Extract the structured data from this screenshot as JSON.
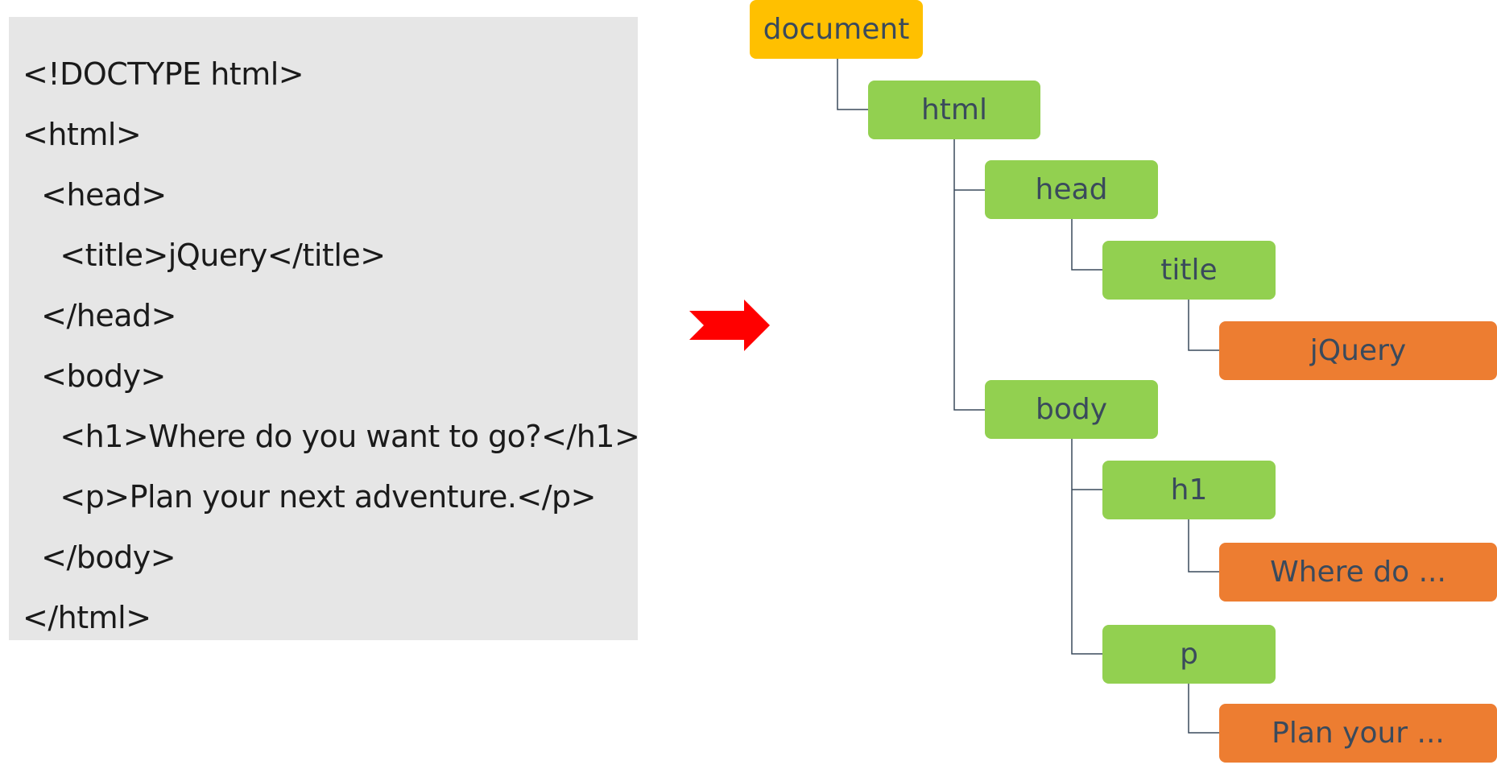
{
  "code": {
    "lines": [
      "<!DOCTYPE html>",
      "<html>",
      "  <head>",
      "    <title>jQuery</title>",
      "  </head>",
      "  <body>",
      "    <h1>Where do you want to go?</h1>",
      "    <p>Plan your next adventure.</p>",
      "  </body>",
      "</html>"
    ]
  },
  "arrow": {
    "icon": "right-arrow-icon",
    "color": "#ff0000"
  },
  "tree": {
    "colors": {
      "document": "#ffc000",
      "element": "#92d050",
      "text": "#ed7d31",
      "label": "#3a4a5c",
      "connector": "#3a4a5c"
    },
    "nodes": {
      "document": "document",
      "html": "html",
      "head": "head",
      "title": "title",
      "title_text": "jQuery",
      "body": "body",
      "h1": "h1",
      "h1_text": "Where do ...",
      "p": "p",
      "p_text": "Plan your ..."
    }
  }
}
